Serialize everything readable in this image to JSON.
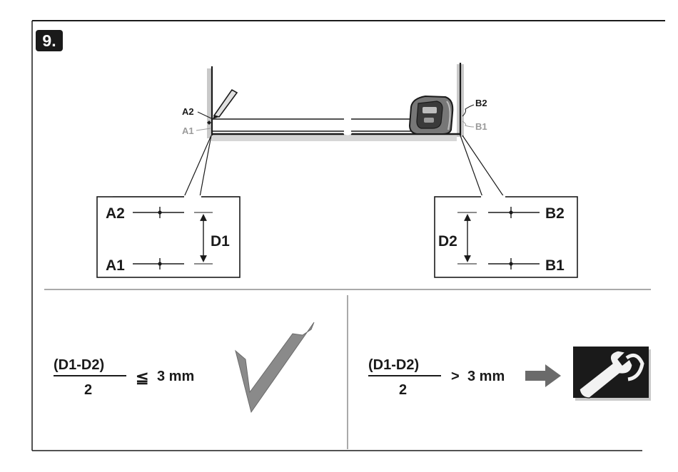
{
  "step": {
    "number": "9."
  },
  "wall_marks": {
    "left_upper": "A2",
    "left_lower": "A1",
    "right_upper": "B2",
    "right_lower": "B1"
  },
  "detail_left": {
    "upper": "A2",
    "lower": "A1",
    "distance": "D1"
  },
  "detail_right": {
    "upper": "B2",
    "lower": "B1",
    "distance": "D2"
  },
  "condition_ok": {
    "numerator": "(D1-D2)",
    "denominator": "2",
    "operator": "≦",
    "value": "3 mm",
    "icon": "checkmark-icon"
  },
  "condition_fail": {
    "numerator": "(D1-D2)",
    "denominator": "2",
    "operator": ">",
    "value": "3 mm",
    "icons": [
      "arrow-right-icon",
      "wrench-icon"
    ]
  },
  "colors": {
    "ink": "#1a1a1a",
    "muted": "#9a9a9a",
    "shadow": "#c9c9c9",
    "panel": "#f7f7f7"
  }
}
